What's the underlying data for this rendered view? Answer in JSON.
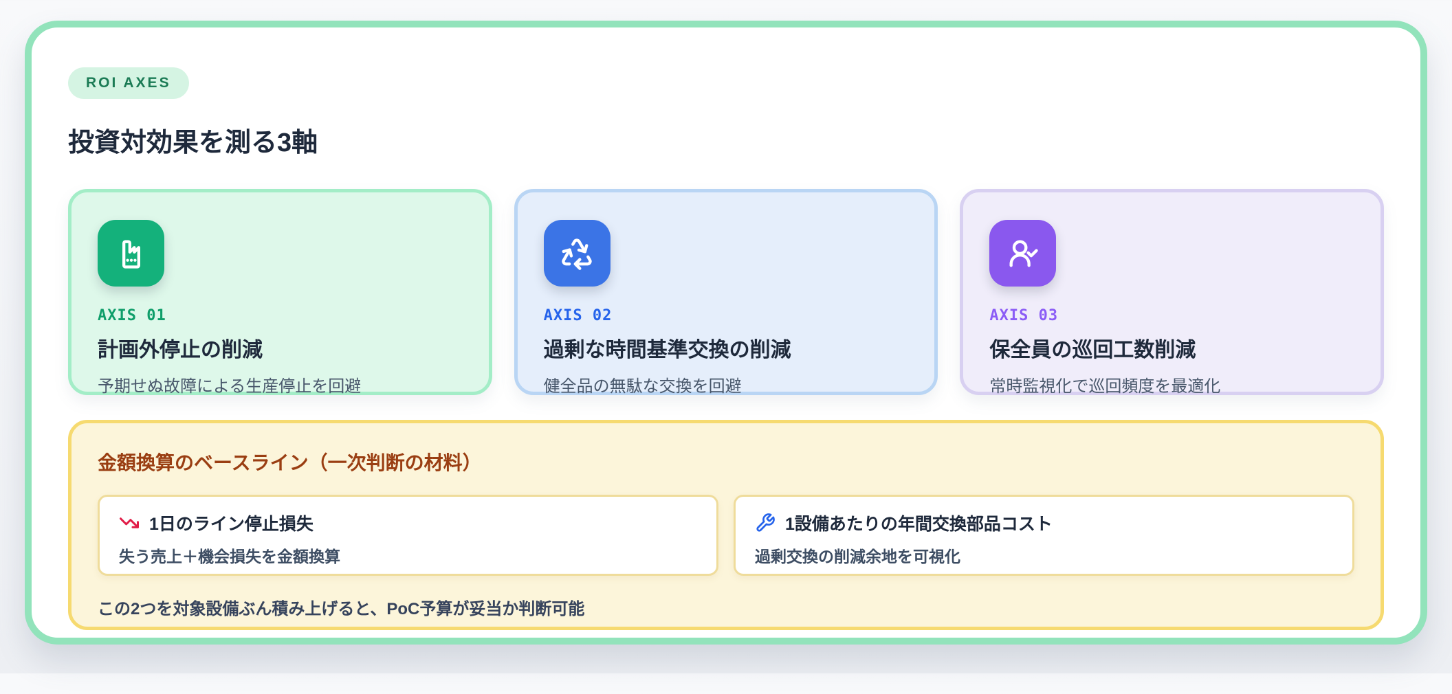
{
  "page": {
    "badge": "ROI AXES",
    "title": "投資対効果を測る3軸"
  },
  "axes": [
    {
      "label": "AXIS 01",
      "title": "計画外停止の削減",
      "subtitle": "予期せぬ故障による生産停止を回避",
      "icon": "factory-icon",
      "accent_color": "#0f9e6a",
      "icon_bg": "#14b17b",
      "card_bg": "#def8ea",
      "card_border": "#a3edc7"
    },
    {
      "label": "AXIS 02",
      "title": "過剰な時間基準交換の削減",
      "subtitle": "健全品の無駄な交換を回避",
      "icon": "recycle-icon",
      "accent_color": "#2563eb",
      "icon_bg": "#3b74e6",
      "card_bg": "#e5eefb",
      "card_border": "#b9d5f4"
    },
    {
      "label": "AXIS 03",
      "title": "保全員の巡回工数削減",
      "subtitle": "常時監視化で巡回頻度を最適化",
      "icon": "user-check-icon",
      "accent_color": "#8b5cf6",
      "icon_bg": "#8a58ee",
      "card_bg": "#f0edfa",
      "card_border": "#d8d0f1"
    }
  ],
  "baseline": {
    "title": "金額換算のベースライン（一次判断の材料）",
    "panel_bg": "#fcf5da",
    "panel_border": "#f6da70",
    "title_color": "#9a3e12",
    "items": [
      {
        "title": "1日のライン停止損失",
        "subtitle": "失う売上＋機会損失を金額換算",
        "icon": "trending-down-icon",
        "icon_color": "#e11d48"
      },
      {
        "title": "1設備あたりの年間交換部品コスト",
        "subtitle": "過剰交換の削減余地を可視化",
        "icon": "wrench-icon",
        "icon_color": "#2563eb"
      }
    ],
    "note": "この2つを対象設備ぶん積み上げると、PoC予算が妥当か判断可能"
  },
  "theme": {
    "frame_border": "#92e3bb",
    "page_bg": "#f0f2f5",
    "badge_bg": "#d5f4e3",
    "badge_text": "#1b7b55",
    "heading_text": "#1e293b",
    "body_text": "#48576b"
  }
}
